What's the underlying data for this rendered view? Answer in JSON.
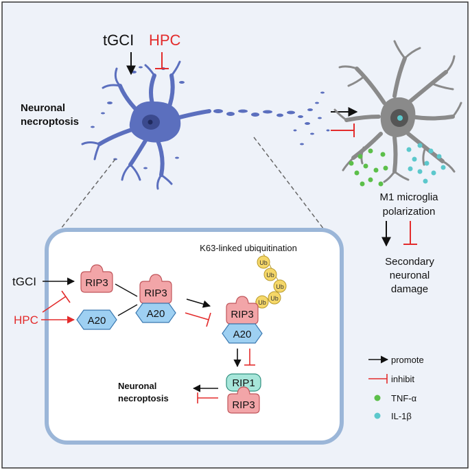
{
  "top": {
    "tgci": "tGCI",
    "hpc": "HPC",
    "neuronal_necroptosis_line1": "Neuronal",
    "neuronal_necroptosis_line2": "necroptosis",
    "m1_line1": "M1 microglia",
    "m1_line2": "polarization",
    "damage_line1": "Secondary",
    "damage_line2": "neuronal",
    "damage_line3": "damage"
  },
  "pathway": {
    "tgci": "tGCI",
    "hpc": "HPC",
    "rip3": "RIP3",
    "a20": "A20",
    "rip1": "RIP1",
    "ub": "Ub",
    "k63_label": "K63-linked ubiquitination",
    "necroptosis_line1": "Neuronal",
    "necroptosis_line2": "necroptosis"
  },
  "legend": {
    "promote": "promote",
    "inhibit": "inhibit",
    "tnf": "TNF-α",
    "il1b": "IL-1β"
  },
  "colors": {
    "background": "#eef2f9",
    "neuron": "#5b6fbe",
    "microglia": "#8a8a8a",
    "rip_pink": "#f2a5a8",
    "a20_blue": "#9ed0f2",
    "rip1_teal": "#a7e6da",
    "ub_yellow": "#f5d768",
    "inhibit_red": "#e32b2b",
    "tnf_green": "#5cbf4a",
    "il1b_cyan": "#5cc8cc"
  }
}
